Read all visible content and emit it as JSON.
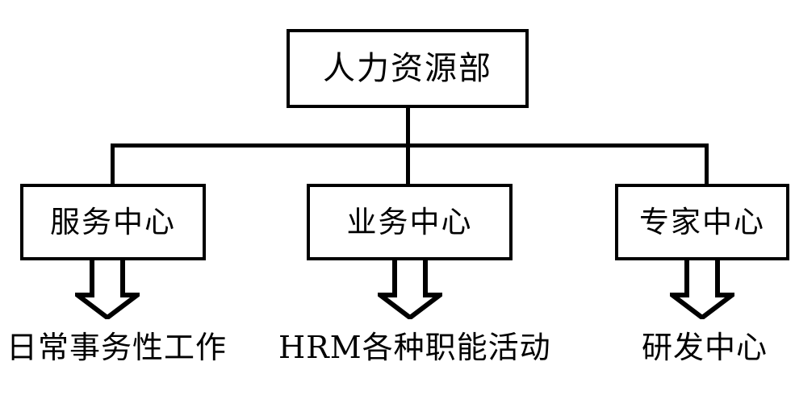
{
  "diagram": {
    "type": "organization-chart",
    "title_node": {
      "label": "人力资源部"
    },
    "units": [
      {
        "id": "service",
        "label": "服务中心",
        "output_label": "日常事务性工作"
      },
      {
        "id": "business",
        "label": "业务中心",
        "output_label": "HRM各种职能活动"
      },
      {
        "id": "expert",
        "label": "专家中心",
        "output_label": "研发中心"
      }
    ],
    "colors": {
      "line": "#000000",
      "background": "#ffffff",
      "text": "#000000"
    }
  }
}
